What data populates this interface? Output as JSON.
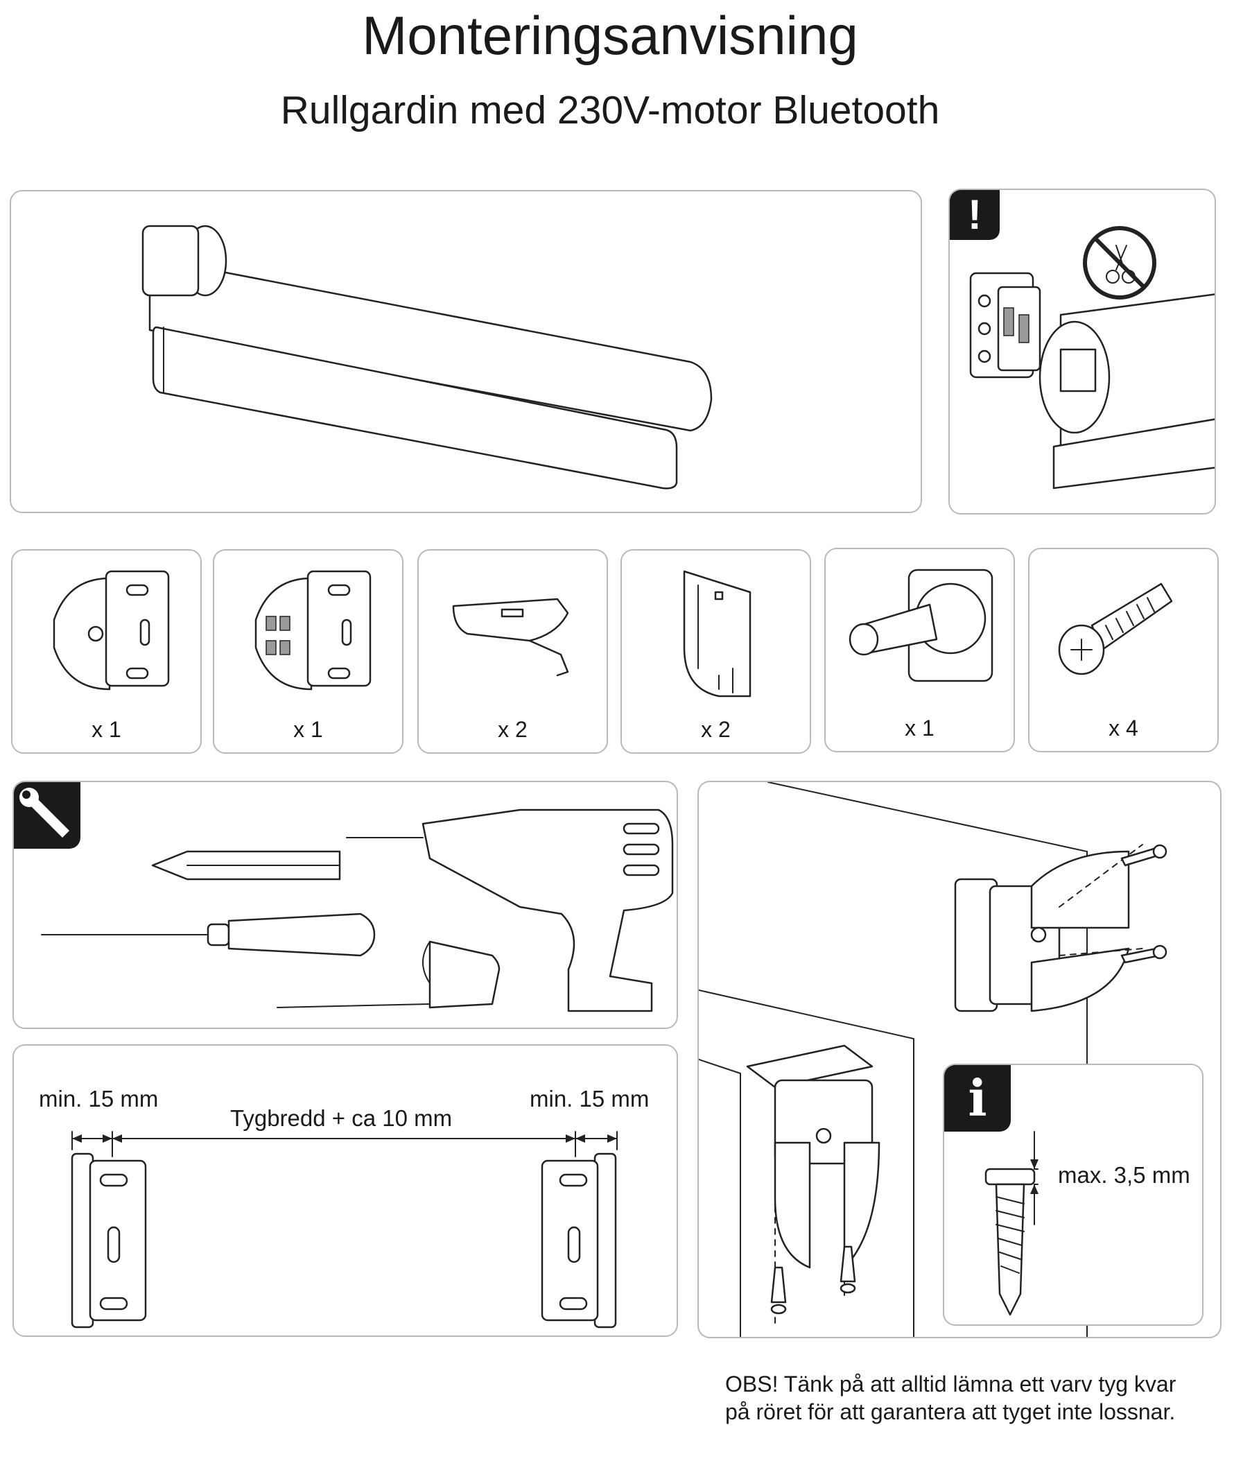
{
  "header": {
    "title": "Monteringsanvisning",
    "subtitle": "Rullgardin med 230V-motor Bluetooth"
  },
  "overview": {
    "product_illustration": "roller-blind-icon",
    "warning_icon": "exclamation-icon",
    "warning_symbol": "!",
    "no_cut_icon": "no-scissors-icon"
  },
  "parts": [
    {
      "name": "bracket-left-icon",
      "qty": "x 1"
    },
    {
      "name": "bracket-motor-icon",
      "qty": "x 1"
    },
    {
      "name": "mounting-clip-icon",
      "qty": "x 2"
    },
    {
      "name": "end-cap-icon",
      "qty": "x 2"
    },
    {
      "name": "pin-end-icon",
      "qty": "x 1"
    },
    {
      "name": "screw-icon",
      "qty": "x 4"
    }
  ],
  "tools": {
    "badge_icon": "wrench-icon",
    "items": [
      "pencil-icon",
      "drill-icon",
      "screwdriver-icon",
      "tape-measure-icon"
    ]
  },
  "measurements": {
    "left_min": "min. 15 mm",
    "right_min": "min. 15 mm",
    "span": "Tygbredd + ca 10 mm"
  },
  "info": {
    "badge_icon": "info-icon",
    "badge_symbol": "i",
    "max_head": "max. 3,5 mm"
  },
  "note": "OBS! Tänk på att alltid lämna ett varv tyg kvar på röret för att garantera att tyget inte lossnar."
}
